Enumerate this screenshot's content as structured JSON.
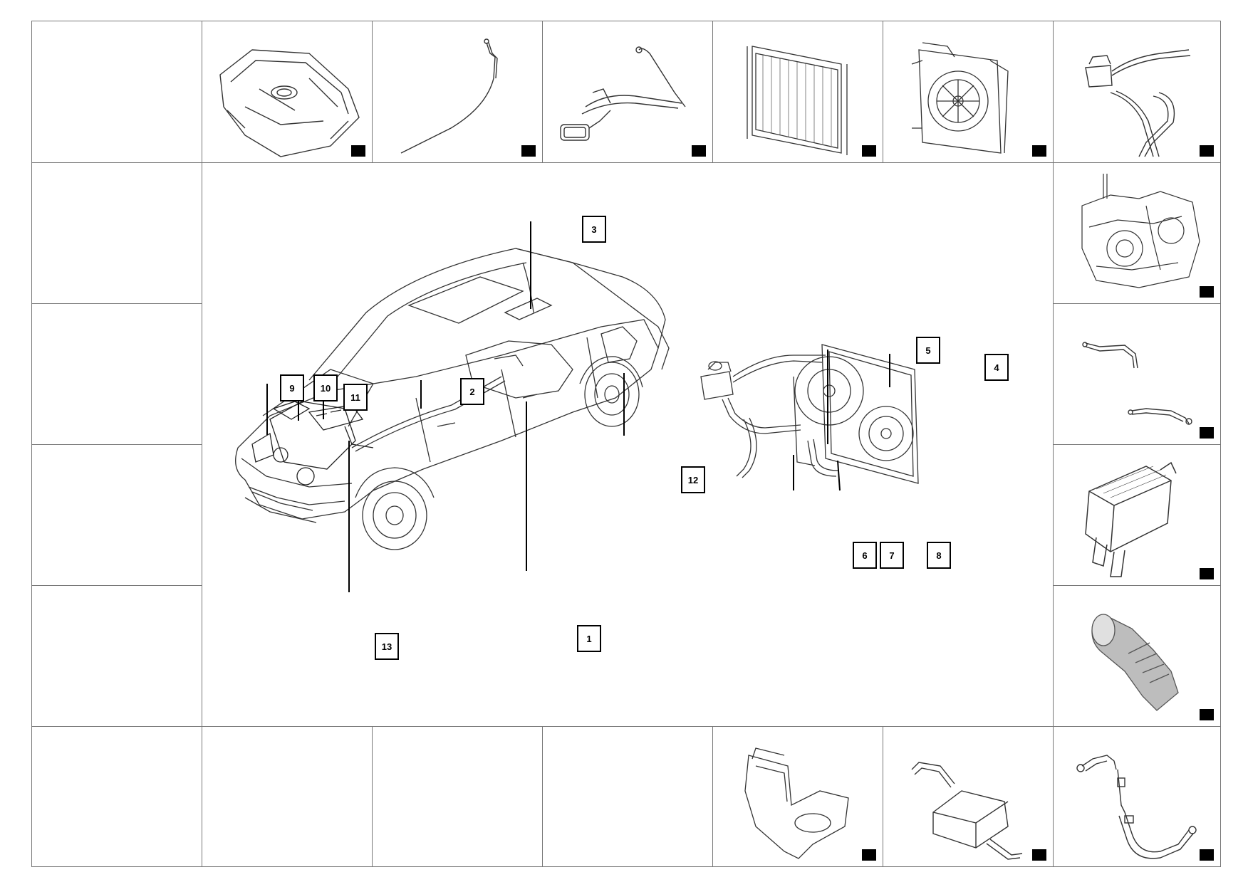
{
  "callouts": [
    {
      "id": "c1",
      "label": "1"
    },
    {
      "id": "c2",
      "label": "2"
    },
    {
      "id": "c3",
      "label": "3"
    },
    {
      "id": "c4",
      "label": "4"
    },
    {
      "id": "c5",
      "label": "5"
    },
    {
      "id": "c6",
      "label": "6"
    },
    {
      "id": "c7",
      "label": "7"
    },
    {
      "id": "c8",
      "label": "8"
    },
    {
      "id": "c9",
      "label": "9"
    },
    {
      "id": "c10",
      "label": "10"
    },
    {
      "id": "c11",
      "label": "11"
    },
    {
      "id": "c12",
      "label": "12"
    },
    {
      "id": "c13",
      "label": "13"
    }
  ],
  "parts": {
    "top": [
      "fuel-tank",
      "fuel-line",
      "evap-canister-lines",
      "radiator",
      "cooling-fan-shroud",
      "coolant-reservoir-hoses"
    ],
    "right": [
      "transmission",
      "heater-hoses",
      "air-cleaner",
      "air-intake-duct"
    ],
    "bottom": [
      "heat-shield",
      "muffler",
      "coolant-hose-assembly"
    ]
  },
  "colors": {
    "line": "#000000",
    "grid": "#777777",
    "sketch": "#333333",
    "fill": "#ffffff"
  }
}
